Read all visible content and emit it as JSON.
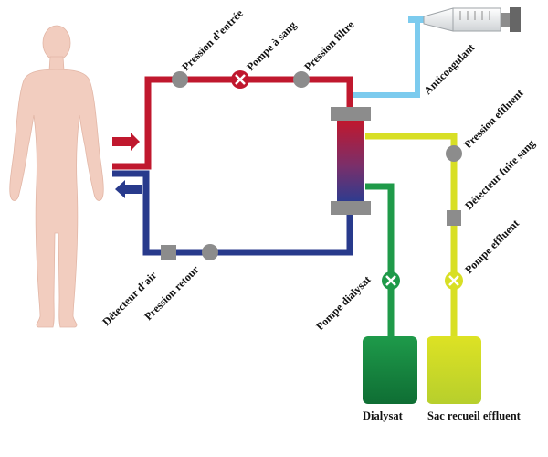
{
  "colors": {
    "arterial": "#c0182e",
    "venous": "#283a8c",
    "anticoagulant": "#7ccbee",
    "effluent": "#d8df25",
    "dialysate": "#1f9a49",
    "sensor": "#8c8c8c",
    "skin": "#f2cdbf"
  },
  "labels": {
    "pression_entree": "Pression d’entrée",
    "pompe_sang": "Pompe à sang",
    "pression_filtre": "Pression filtre",
    "anticoagulant": "Anticoagulant",
    "pression_effluent": "Pression effluent",
    "detecteur_fuite_sang": "Détecteur fuite sang",
    "pompe_effluent": "Pompe effluent",
    "detecteur_air": "Détecteur d’air",
    "pression_retour": "Pression retour",
    "pompe_dialysat": "Pompe dialysat",
    "dialysat": "Dialysat",
    "sac_recueil_effluent": "Sac recueil effluent"
  }
}
